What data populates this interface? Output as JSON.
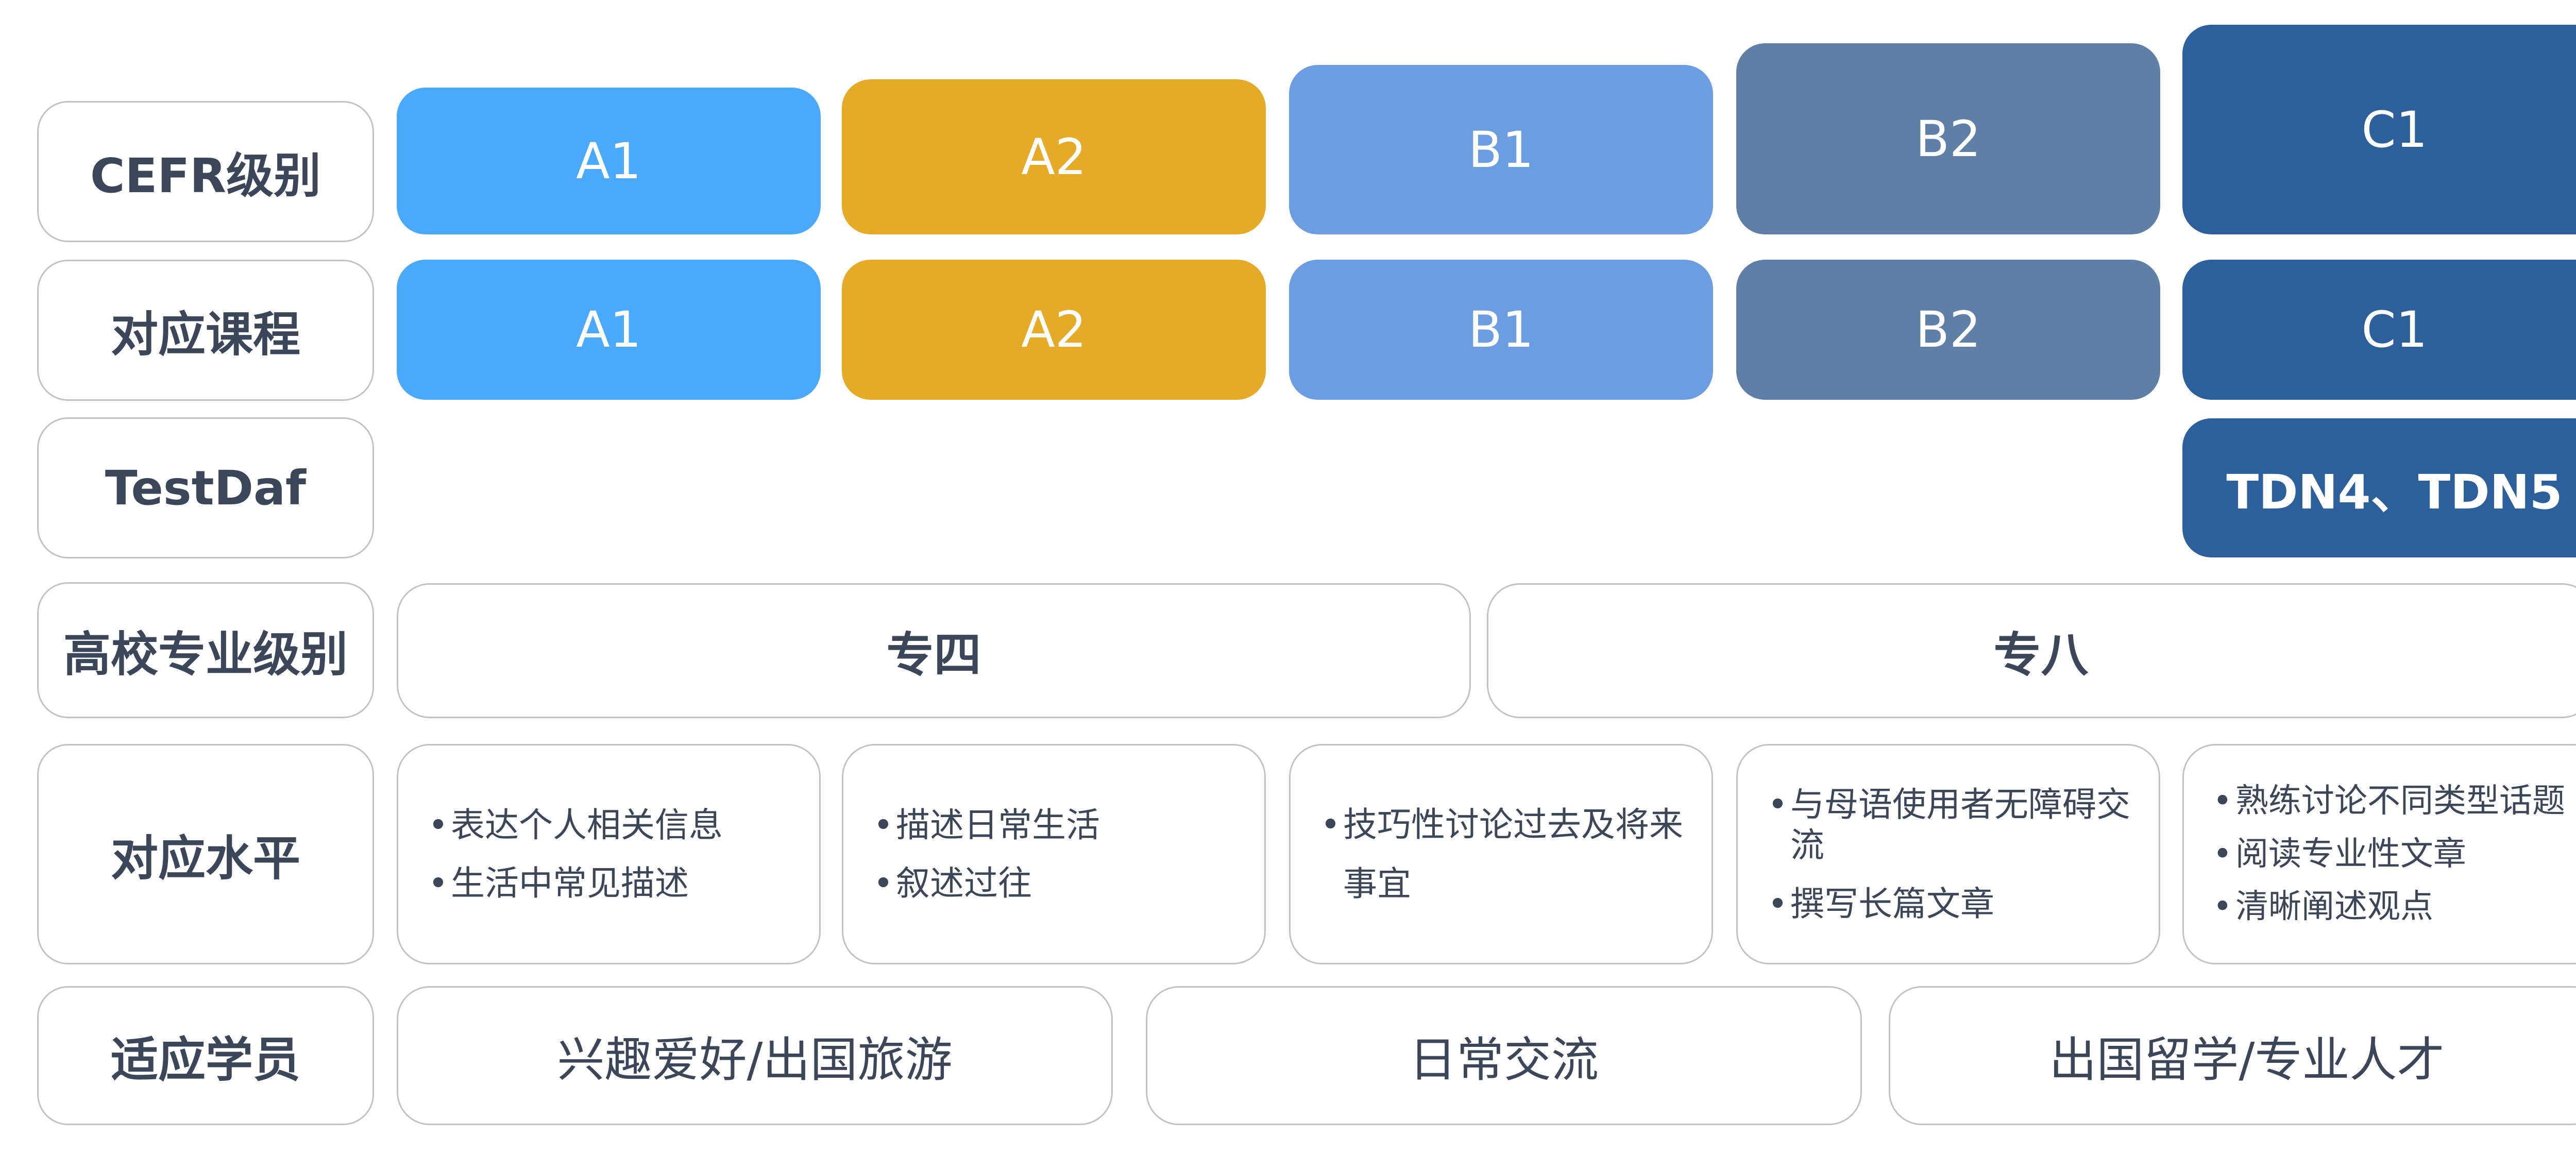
{
  "colors": {
    "A1": "#4aa8fd",
    "A2": "#e5aa28",
    "B1": "#6b9de0",
    "B2": "#5f7fa7",
    "C1": "#2d609b",
    "label_border": "#c2c2c2",
    "text": "#3b4658"
  },
  "row_labels": {
    "cefr": "CEFR级别",
    "course": "对应课程",
    "testdaf": "TestDaf",
    "university": "高校专业级别",
    "level": "对应水平",
    "students": "适应学员"
  },
  "cefr_levels": [
    "A1",
    "A2",
    "B1",
    "B2",
    "C1"
  ],
  "courses": [
    "A1",
    "A2",
    "B1",
    "B2",
    "C1"
  ],
  "testdaf": "TDN4、TDN5",
  "university_levels": [
    "专四",
    "专八"
  ],
  "proficiency": [
    [
      "表达个人相关信息",
      "生活中常见描述"
    ],
    [
      "描述日常生活",
      "叙述过往"
    ],
    [
      "技巧性讨论过去及将来事宜"
    ],
    [
      "与母语使用者无障碍交流",
      "撰写长篇文章"
    ],
    [
      "熟练讨论不同类型话题",
      "阅读专业性文章",
      "清晰阐述观点"
    ]
  ],
  "students": [
    "兴趣爱好/出国旅游",
    "日常交流",
    "出国留学/专业人才"
  ]
}
